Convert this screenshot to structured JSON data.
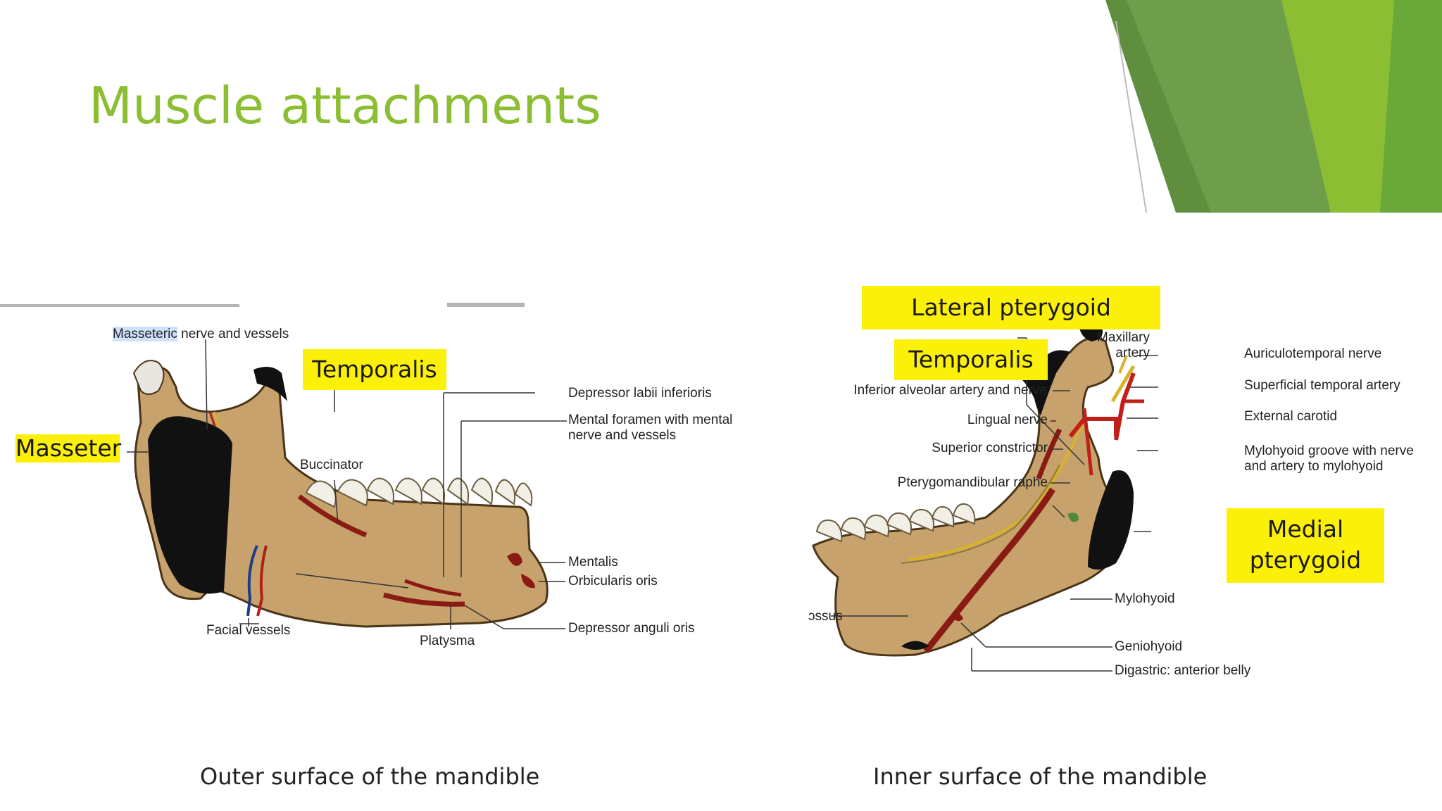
{
  "slide": {
    "title": "Muscle attachments",
    "accent_color": "#8cbe33"
  },
  "outer": {
    "caption": "Outer surface of the mandible",
    "highlight_masseter": "Masseter",
    "highlight_temporalis": "Temporalis",
    "label_masseteric_sel": "Masseteric",
    "label_masseteric_rest": " nerve and vessels",
    "label_buccinator": "Buccinator",
    "label_facial_vessels": "Facial vessels",
    "label_platysma": "Platysma",
    "label_depressor_labii": "Depressor labii inferioris",
    "label_mental_foramen_1": "Mental foramen with mental",
    "label_mental_foramen_2": "nerve and vessels",
    "label_mentalis": "Mentalis",
    "label_orbicularis": "Orbicularis oris",
    "label_depressor_anguli": "Depressor anguli oris"
  },
  "inner": {
    "caption": "Inner surface of the mandible",
    "highlight_lateral_pterygoid": "Lateral pterygoid",
    "highlight_temporalis": "Temporalis",
    "highlight_medial_pterygoid_1": "Medial",
    "highlight_medial_pterygoid_2": "pterygoid",
    "label_maxillary_1": "Maxillary",
    "label_maxillary_2": "artery",
    "label_inferior_alveolar": "Inferior alveolar artery and nerve",
    "label_lingual_nerve": "Lingual nerve",
    "label_superior_constrictor": "Superior constrictor",
    "label_pterygomandibular": "Pterygomandibular raphe",
    "label_glossus": "ɔssus",
    "label_auriculotemporal": "Auriculotemporal nerve",
    "label_superficial_temporal": "Superficial temporal artery",
    "label_external_carotid": "External carotid",
    "label_mylohyoid_groove_1": "Mylohyoid groove with nerve",
    "label_mylohyoid_groove_2": "and artery to mylohyoid",
    "label_mylohyoid": "Mylohyoid",
    "label_geniohyoid": "Geniohyoid",
    "label_digastric": "Digastric: anterior belly"
  }
}
